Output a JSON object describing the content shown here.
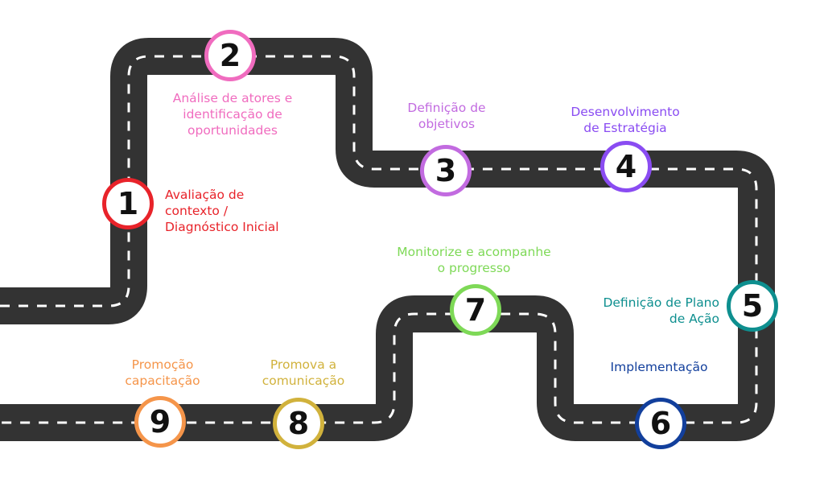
{
  "steps": [
    {
      "number": "1",
      "label": "Avaliação de\ncontexto /\nDiagnóstico Inicial",
      "color": "#e8232a"
    },
    {
      "number": "2",
      "label": "Análise de atores e\nidentificação de\noportunidades",
      "color": "#f06cbf"
    },
    {
      "number": "3",
      "label": "Definição de\nobjetivos",
      "color": "#c26be0"
    },
    {
      "number": "4",
      "label": "Desenvolvimento\nde Estratégia",
      "color": "#8a4cf2"
    },
    {
      "number": "5",
      "label": "Definição de Plano\nde Ação",
      "color": "#0e8f8f"
    },
    {
      "number": "6",
      "label": "Implementação",
      "color": "#123f9c"
    },
    {
      "number": "7",
      "label": "Monitorize e acompanhe\no progresso",
      "color": "#7ed957"
    },
    {
      "number": "8",
      "label": "Promova a\ncomunicação",
      "color": "#d1b23c"
    },
    {
      "number": "9",
      "label": "Promoção\ncapacitação",
      "color": "#f5954a"
    }
  ],
  "road": {
    "color": "#333333",
    "dash_color": "#ffffff"
  }
}
